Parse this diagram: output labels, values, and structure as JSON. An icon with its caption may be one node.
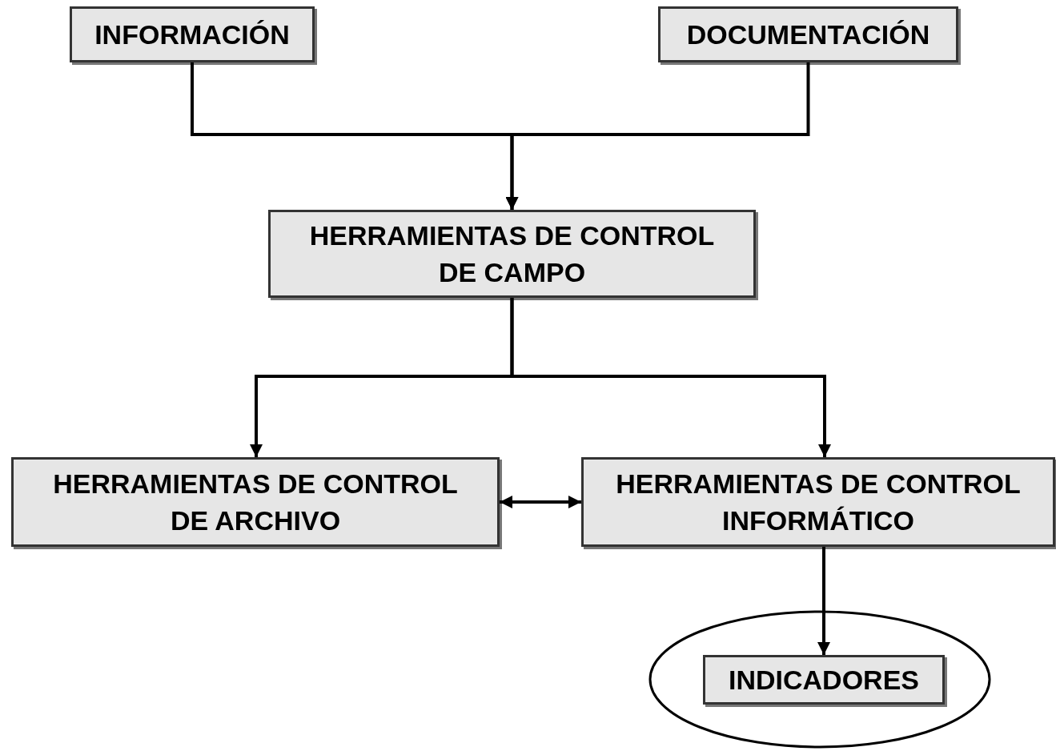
{
  "diagram": {
    "nodes": [
      {
        "text": [
          "INFORMACIÓN"
        ]
      },
      {
        "text": [
          "DOCUMENTACIÓN"
        ]
      },
      {
        "text": [
          "HERRAMIENTAS DE CONTROL DE CAMPO"
        ]
      },
      {
        "text": [
          "HERRAMIENTAS DE CONTROL DE ARCHIVO"
        ]
      },
      {
        "text": [
          "HERRAMIENTAS DE CONTROL INFORMÁTICO"
        ]
      },
      {
        "text": [],
        "shape": "ellipse"
      },
      {
        "text": [
          "INDICADORES"
        ],
        "in": 5
      }
    ],
    "edges": [
      {
        "from": 0,
        "to": 2,
        "arrow": "to"
      },
      {
        "from": 1,
        "to": 2,
        "arrow": "to"
      },
      {
        "from": 2,
        "to": 3,
        "arrow": "to"
      },
      {
        "from": 2,
        "to": 4,
        "arrow": "to"
      },
      {
        "from": 3,
        "to": 4,
        "arrow": "both"
      },
      {
        "from": 4,
        "to": 6,
        "arrow": "to"
      }
    ]
  }
}
